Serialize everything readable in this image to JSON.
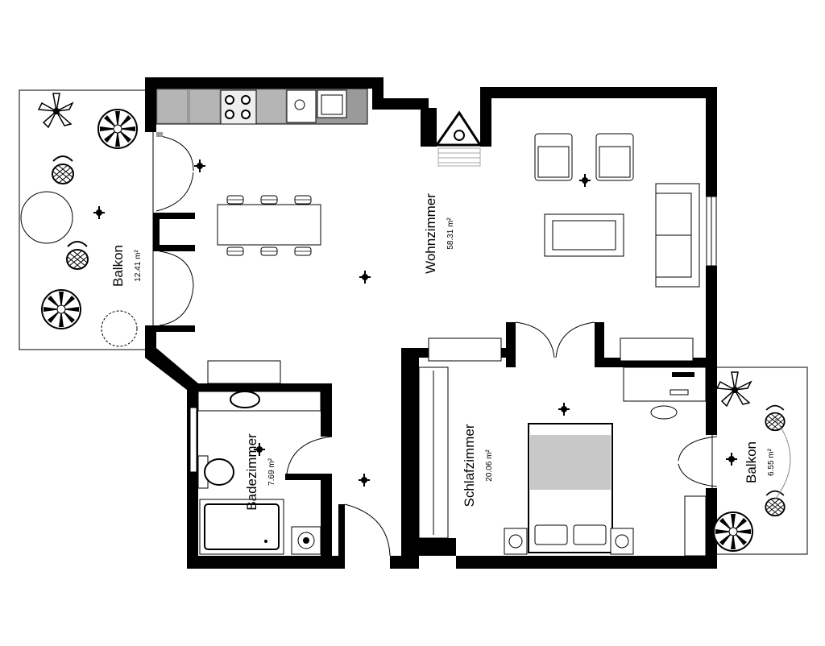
{
  "rooms": {
    "balkon_left": {
      "name": "Balkon",
      "area": "12.41 m²"
    },
    "wohnzimmer": {
      "name": "Wohnzimmer",
      "area": "58.31 m²"
    },
    "badezimmer": {
      "name": "Badezimmer",
      "area": "7.69 m²"
    },
    "schlafzimmer": {
      "name": "Schlafzimmer",
      "area": "20.06 m²"
    },
    "balkon_right": {
      "name": "Balkon",
      "area": "6.55 m²"
    }
  },
  "icons": [
    "plant-icon",
    "fan-palm-icon",
    "chair-icon",
    "round-table-icon",
    "bush-icon",
    "fireplace-icon",
    "armchair-icon",
    "sofa-icon",
    "coffee-table-icon",
    "bed-icon",
    "lamp-icon",
    "toilet-icon",
    "bathtub-icon",
    "sink-icon",
    "washing-machine-icon",
    "desk-icon",
    "stove-icon",
    "light-fixture-icon"
  ]
}
